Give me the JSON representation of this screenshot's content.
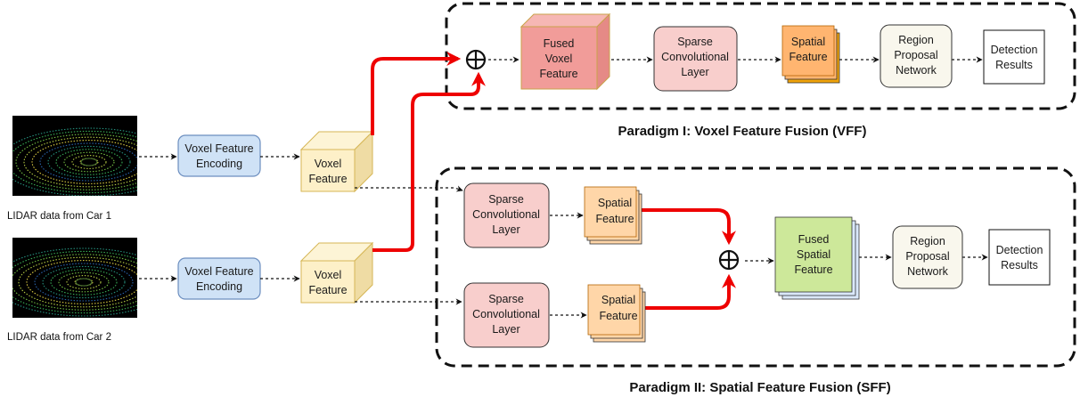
{
  "colors": {
    "encoding_fill": "#cfe2f6",
    "encoding_stroke": "#6c8ebf",
    "voxel_fill": "#fdf0c8",
    "voxel_stroke": "#d6b656",
    "fused_voxel_fill": "#f19c99",
    "fused_voxel_stroke": "#c9a24a",
    "sparse_fill": "#f8cecc",
    "sparse_stroke": "#333333",
    "spatial_orange_fill": "#ffb570",
    "spatial_orange_back": "#f0a30a",
    "spatial_peach_fill": "#ffd6a8",
    "fused_spatial_fill": "#cde89a",
    "fused_spatial_back": "#dae8fc",
    "rpn_fill": "#f9f7ed",
    "result_fill": "#ffffff",
    "fusion_arrow": "#ee0000",
    "flow_arrow": "#111111"
  },
  "inputs": {
    "car1_caption": "LIDAR data from Car 1",
    "car2_caption": "LIDAR data from Car 2",
    "car1_image": "lidar-point-cloud-car1",
    "car2_image": "lidar-point-cloud-car2"
  },
  "shared": {
    "encoding_line1": "Voxel Feature",
    "encoding_line2": "Encoding",
    "voxel_line1": "Voxel",
    "voxel_line2": "Feature"
  },
  "paradigm1": {
    "caption": "Paradigm I:  Voxel Feature Fusion (VFF)",
    "fused_voxel": [
      "Fused",
      "Voxel",
      "Feature"
    ],
    "sparse": [
      "Sparse",
      "Convolutional",
      "Layer"
    ],
    "spatial": [
      "Spatial",
      "Feature"
    ],
    "rpn": [
      "Region",
      "Proposal",
      "Network"
    ],
    "result": [
      "Detection",
      "Results"
    ]
  },
  "paradigm2": {
    "caption": "Paradigm II:  Spatial Feature Fusion (SFF)",
    "sparse": [
      "Sparse",
      "Convolutional",
      "Layer"
    ],
    "spatial": [
      "Spatial",
      "Feature"
    ],
    "fused_spatial": [
      "Fused",
      "Spatial",
      "Feature"
    ],
    "rpn": [
      "Region",
      "Proposal",
      "Network"
    ],
    "result": [
      "Detection",
      "Results"
    ]
  },
  "fusion_symbol": "⊕"
}
